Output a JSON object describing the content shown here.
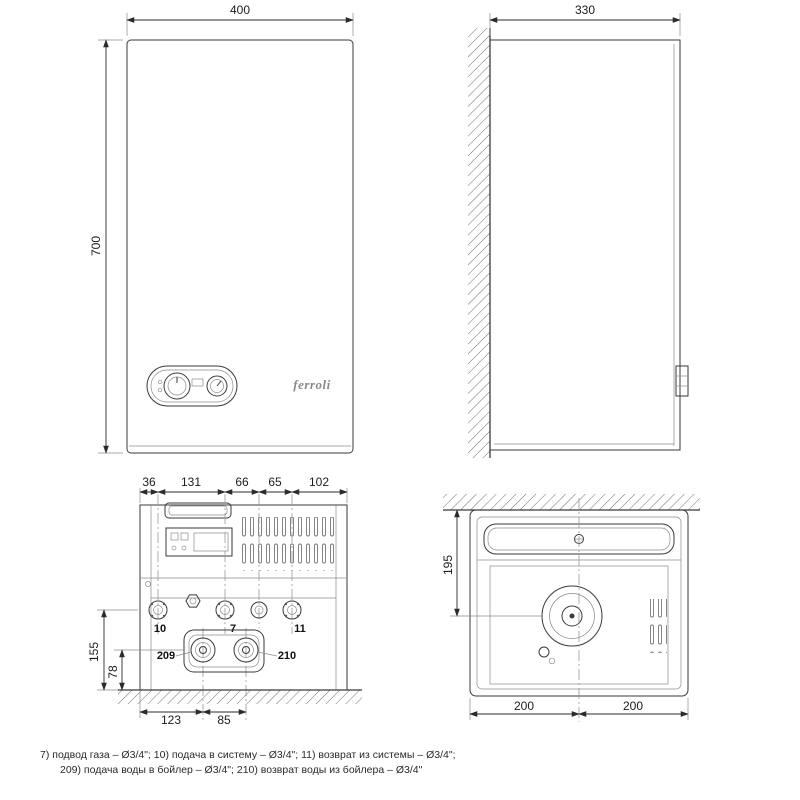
{
  "drawing": {
    "front_view": {
      "width": "400",
      "height": "700",
      "brand": "ferroli"
    },
    "side_view": {
      "depth": "330"
    },
    "bottom_view": {
      "top_dims": [
        "36",
        "131",
        "66",
        "65",
        "102"
      ],
      "left_dims": {
        "d155": "155",
        "d78": "78"
      },
      "bottom_dims": [
        "123",
        "85"
      ],
      "labels": {
        "c10": "10",
        "c7": "7",
        "c11": "11",
        "c209": "209",
        "c210": "210"
      }
    },
    "plan_view": {
      "left_dim": "195",
      "bottom_left": "200",
      "bottom_right": "200"
    }
  },
  "caption": {
    "line1": "7) подвод газа – Ø3/4\"; 10) подача в систему – Ø3/4\"; 11) возврат из системы – Ø3/4\";",
    "line2": "209) подача воды в бойлер – Ø3/4\"; 210) возврат воды из бойлера – Ø3/4\""
  },
  "colors": {
    "line": "#3a3a3a",
    "dim_text": "#1c1c1c",
    "brand": "#8a8a8a"
  }
}
